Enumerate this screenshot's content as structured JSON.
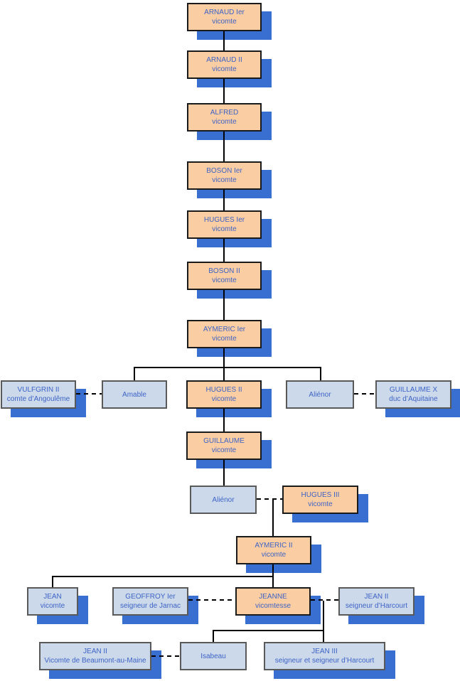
{
  "diagram_type": "family-tree-org-chart",
  "colors": {
    "box_fill_primary": "#facda2",
    "box_fill_secondary": "#cbd9ea",
    "shadow_color": "#3a6fd2",
    "text_color": "#3e63c6",
    "border_primary": "#1a1a1a",
    "border_secondary": "#595959",
    "line_color": "#000000",
    "page_bg": "#ffffff"
  },
  "nodes": [
    {
      "id": "arnaud-ier",
      "name": "ARNAUD Ier",
      "title": "vicomte"
    },
    {
      "id": "arnaud-ii",
      "name": "ARNAUD II",
      "title": "vicomte"
    },
    {
      "id": "alfred",
      "name": "ALFRED",
      "title": "vicomte"
    },
    {
      "id": "boson-ier",
      "name": "BOSON Ier",
      "title": "vicomte"
    },
    {
      "id": "hugues-ier",
      "name": "HUGUES Ier",
      "title": "vicomte"
    },
    {
      "id": "boson-ii",
      "name": "BOSON II",
      "title": "vicomte"
    },
    {
      "id": "aymeric-ier",
      "name": "AYMERIC Ier",
      "title": "vicomte"
    },
    {
      "id": "vulfgrin-ii",
      "name": "VULFGRIN II",
      "title": "comte d’Angoulême"
    },
    {
      "id": "amable",
      "name": "Amable",
      "title": ""
    },
    {
      "id": "hugues-ii",
      "name": "HUGUES II",
      "title": "vicomte"
    },
    {
      "id": "alienor-1",
      "name": "Aliénor",
      "title": ""
    },
    {
      "id": "guillaume-x",
      "name": "GUILLAUME X",
      "title": "duc d’Aquitaine"
    },
    {
      "id": "guillaume",
      "name": "GUILLAUME",
      "title": "vicomte"
    },
    {
      "id": "alienor-2",
      "name": "Aliénor",
      "title": ""
    },
    {
      "id": "hugues-iii",
      "name": "HUGUES III",
      "title": "vicomte"
    },
    {
      "id": "aymeric-ii",
      "name": "AYMERIC II",
      "title": "vicomte"
    },
    {
      "id": "jean",
      "name": "JEAN",
      "title": "vicomte"
    },
    {
      "id": "geoffroy-ier",
      "name": "GEOFFROY Ier",
      "title": "seigneur de Jarnac"
    },
    {
      "id": "jeanne",
      "name": "JEANNE",
      "title": "vicomtesse"
    },
    {
      "id": "jean-ii-harcourt",
      "name": "JEAN II",
      "title": "seigneur d’Harcourt"
    },
    {
      "id": "jean-ii-beaumont",
      "name": "JEAN II",
      "title": "Vicomte de Beaumont-au-Maine"
    },
    {
      "id": "isabeau",
      "name": "Isabeau",
      "title": ""
    },
    {
      "id": "jean-iii",
      "name": "JEAN III",
      "title": "seigneur et seigneur d’Harcourt"
    }
  ]
}
